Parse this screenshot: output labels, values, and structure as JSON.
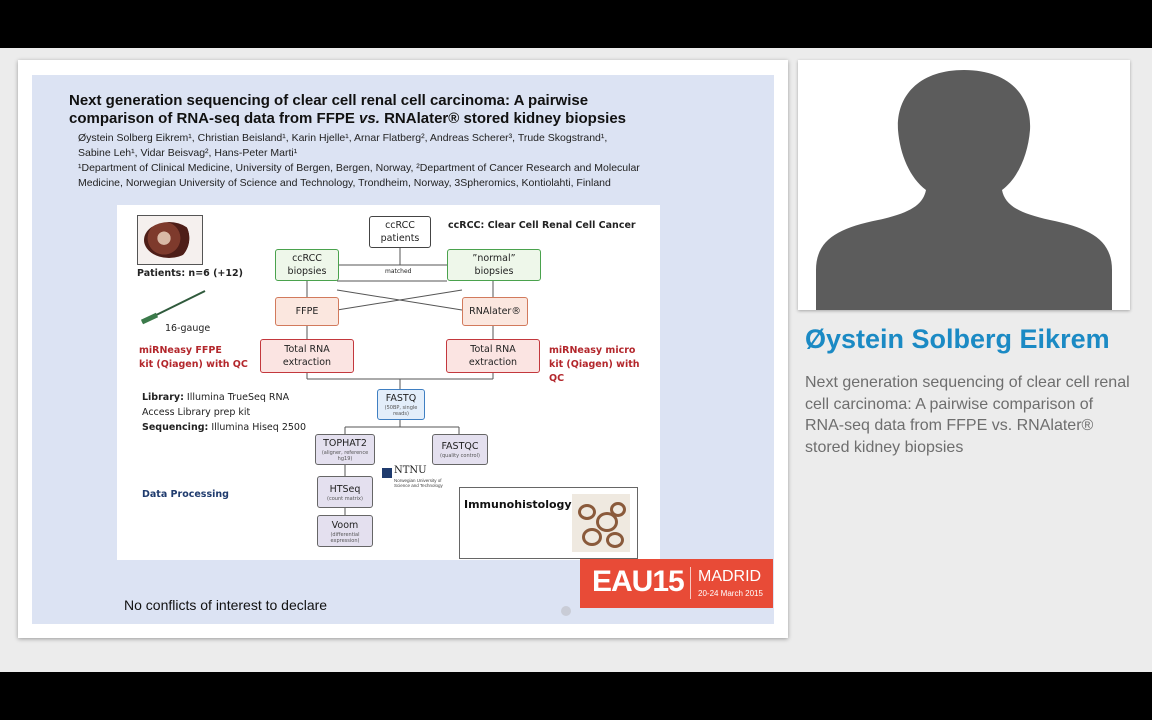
{
  "slide": {
    "title_line1": "Next generation sequencing of clear cell renal cell carcinoma: A pairwise",
    "title_line2_pre": "comparison of RNA-seq data from FFPE ",
    "title_line2_vs": "vs.",
    "title_line2_post": " RNAlater® stored kidney biopsies",
    "authors_line1": "Øystein Solberg Eikrem¹, Christian Beisland¹, Karin Hjelle¹, Arnar Flatberg², Andreas Scherer³, Trude Skogstrand¹,",
    "authors_line2": "Sabine Leh¹, Vidar Beisvag², Hans-Peter Marti¹",
    "affil_line1": "¹Department of Clinical Medicine, University of Bergen, Bergen, Norway, ²Department of Cancer Research and Molecular",
    "affil_line2": "Medicine, Norwegian University of Science and Technology, Trondheim, Norway, 3Spheromics, Kontiolahti, Finland",
    "conflicts": "No conflicts of interest to declare",
    "diagram": {
      "header": "ccRCC: Clear Cell Renal Cell Cancer",
      "patients_label": "Patients: n=6 (+12)",
      "gauge": "16-gauge",
      "kit_left_1": "miRNeasy FFPE",
      "kit_left_2": "kit (Qiagen) with QC",
      "kit_right_1": "miRNeasy micro",
      "kit_right_2": "kit (Qiagen) with",
      "kit_right_3": "QC",
      "library_key": "Library:",
      "library_val": " Illumina TrueSeq RNA",
      "library_line2": "Access Library prep kit",
      "seq_key": "Sequencing:",
      "seq_val": " Illumina Hiseq 2500",
      "data_processing": "Data Processing",
      "matched": "matched",
      "immuno": "Immunohistology",
      "ntnu": "NTNU",
      "ntnu_sub": "Norwegian University of Science and Technology",
      "nodes": {
        "ccrcc_patients_1": "ccRCC",
        "ccrcc_patients_2": "patients",
        "ccrcc_biopsies_1": "ccRCC",
        "ccrcc_biopsies_2": "biopsies",
        "normal_1": "”normal”",
        "normal_2": "biopsies",
        "ffpe": "FFPE",
        "rnalater": "RNAlater®",
        "total_rna_1": "Total RNA",
        "total_rna_2": "extraction",
        "fastq": "FASTQ",
        "fastq_sub": "(50BP, single reads)",
        "tophat": "TOPHAT2",
        "tophat_sub": "(aligner, reference hg19)",
        "fastqc": "FASTQC",
        "fastqc_sub": "(quality control)",
        "htseq": "HTSeq",
        "htseq_sub": "(count matrix)",
        "voom": "Voom",
        "voom_sub": "(differential expression)"
      }
    },
    "logo": {
      "brand": "EAU15",
      "city": "MADRID",
      "date": "20-24 March 2015"
    }
  },
  "speaker": {
    "name": "Øystein Solberg Eikrem",
    "talk_title": "Next generation sequencing of clear cell renal cell carcinoma: A pairwise comparison of RNA-seq data from FFPE vs. RNAlater® stored kidney biopsies"
  },
  "colors": {
    "slide_bg": "#dce3f3",
    "name_blue": "#1b8ac4",
    "logo_red": "#e84b37",
    "kit_red": "#b3272c"
  }
}
